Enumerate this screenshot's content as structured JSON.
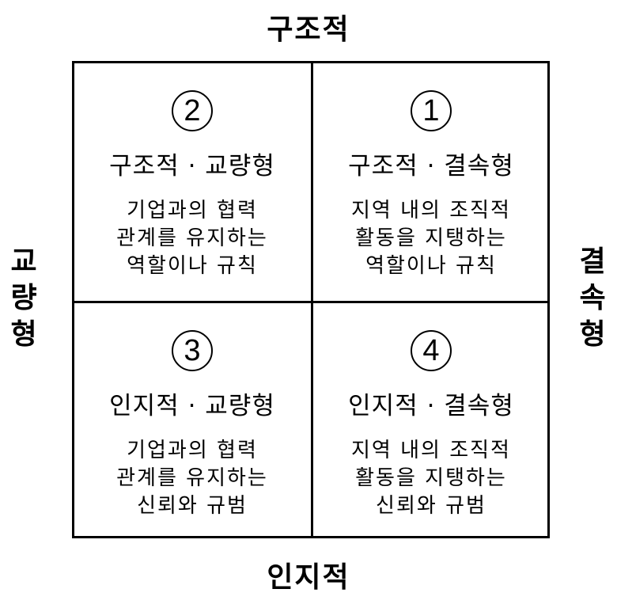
{
  "axes": {
    "top": "구조적",
    "bottom": "인지적",
    "left": [
      "교",
      "량",
      "형"
    ],
    "right": [
      "결",
      "속",
      "형"
    ]
  },
  "quadrants": {
    "top_left": {
      "number": "2",
      "title": "구조적 · 교량형",
      "lines": [
        "기업과의 협력",
        "관계를 유지하는",
        "역할이나 규칙"
      ]
    },
    "top_right": {
      "number": "1",
      "title": "구조적 · 결속형",
      "lines": [
        "지역 내의 조직적",
        "활동을 지탱하는",
        "역할이나 규칙"
      ]
    },
    "bottom_left": {
      "number": "3",
      "title": "인지적 · 교량형",
      "lines": [
        "기업과의 협력",
        "관계를 유지하는",
        "신뢰와 규범"
      ]
    },
    "bottom_right": {
      "number": "4",
      "title": "인지적 · 결속형",
      "lines": [
        "지역 내의 조직적",
        "활동을 지탱하는",
        "신뢰와 규범"
      ]
    }
  }
}
